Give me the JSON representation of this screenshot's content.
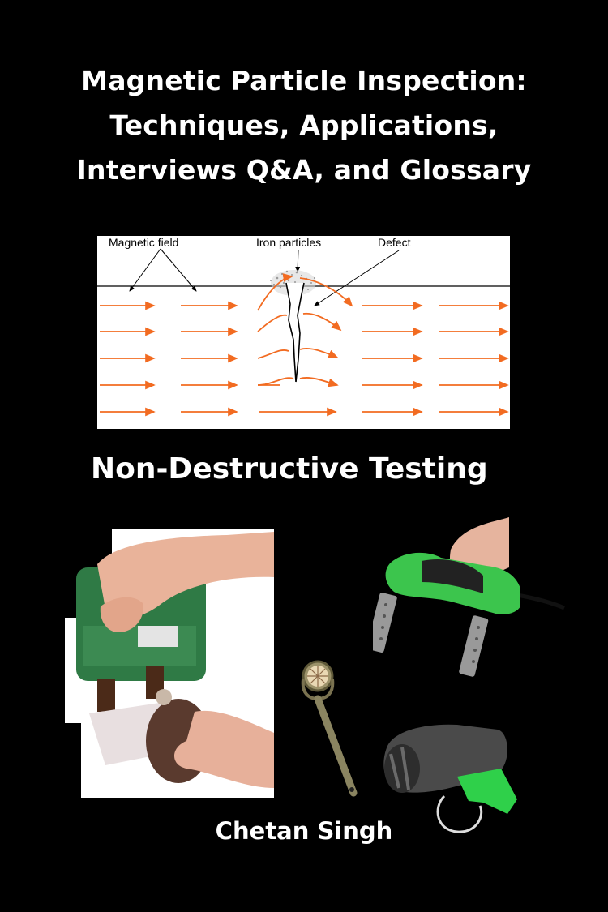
{
  "cover": {
    "title_lines": [
      "Magnetic Particle Inspection:",
      "Techniques, Applications,",
      "Interviews Q&A, and Glossary"
    ],
    "subtitle": "Non-Destructive Testing",
    "author": "Chetan Singh"
  },
  "diagram": {
    "labels": {
      "field": "Magnetic field",
      "particles": "Iron particles",
      "defect": "Defect"
    },
    "colors": {
      "flux_arrow": "#f26b21",
      "background": "#ffffff",
      "line": "#000000"
    }
  },
  "images": {
    "left_photo": "hand-held-yoke-with-powder-bulb",
    "right_top": "green-electromagnetic-yoke",
    "middle": "pie-gauge-field-indicator",
    "right_bottom": "green-uv-lamp"
  }
}
